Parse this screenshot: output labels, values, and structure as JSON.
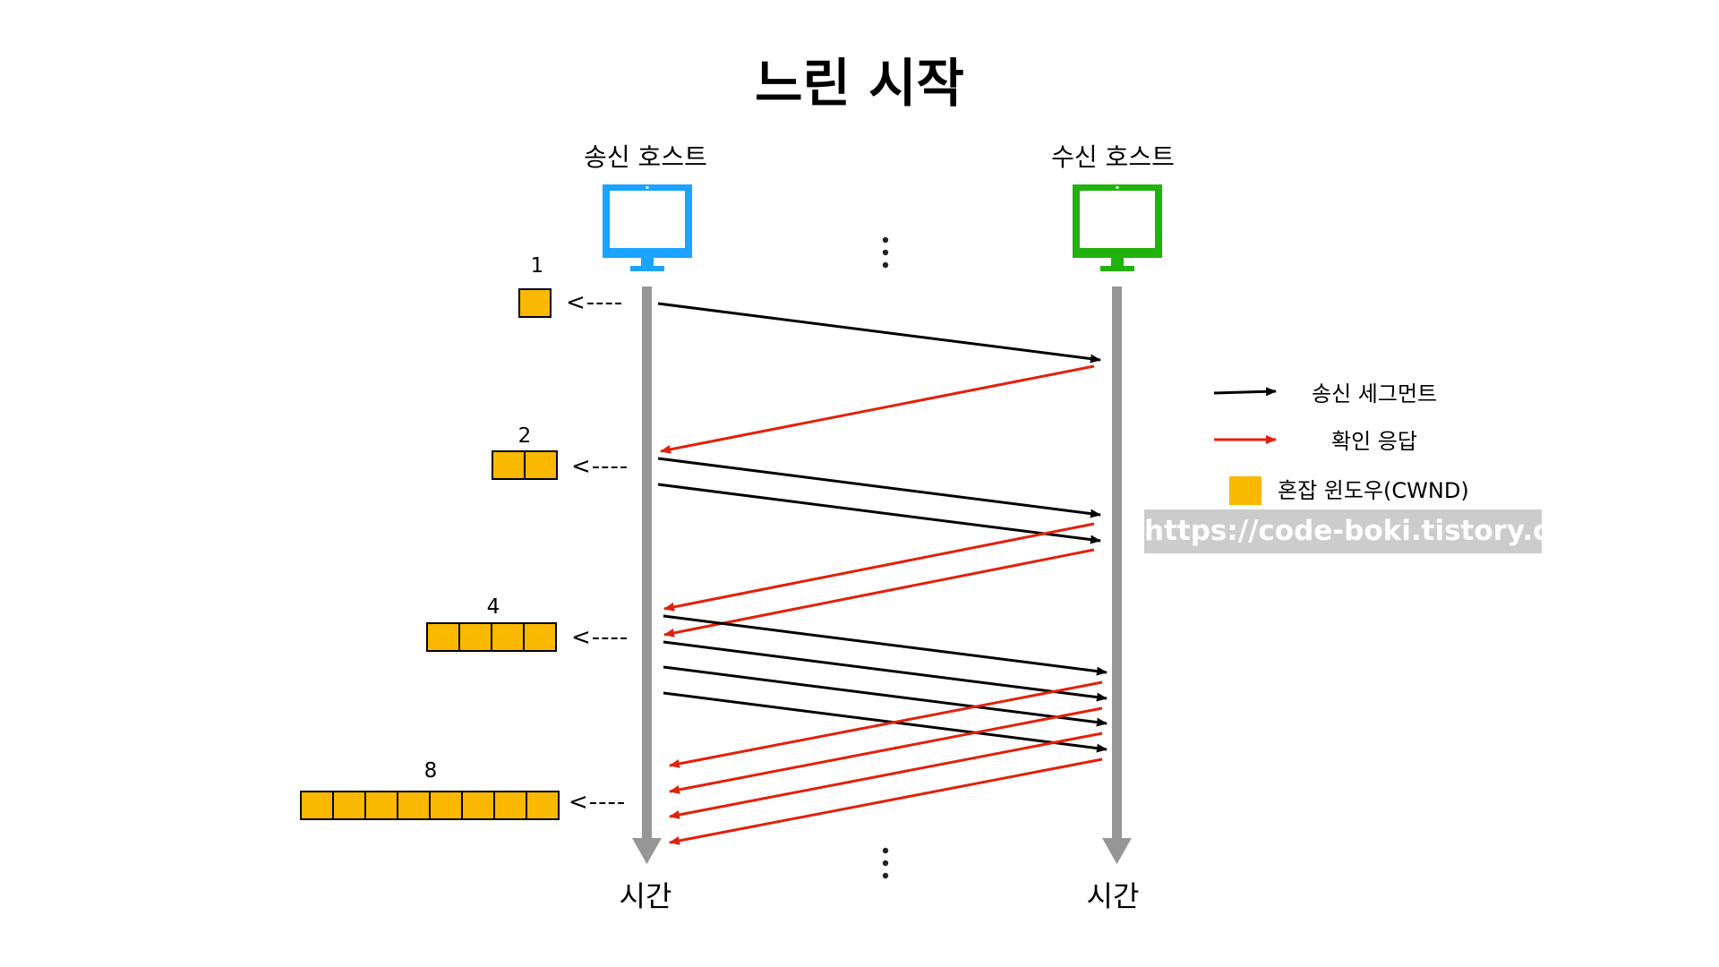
{
  "title": "느린 시작",
  "hosts": {
    "sender": {
      "label": "송신 호스트",
      "color": "#1aa3ff"
    },
    "receiver": {
      "label": "수신 호스트",
      "color": "#22b20e"
    }
  },
  "timeline": {
    "sender_label": "시간",
    "receiver_label": "시간",
    "color": "#969696"
  },
  "cwnd_rounds": [
    {
      "count": "1",
      "arrow": "<----"
    },
    {
      "count": "2",
      "arrow": "<----"
    },
    {
      "count": "4",
      "arrow": "<----"
    },
    {
      "count": "8",
      "arrow": "<----"
    }
  ],
  "legend": {
    "segment": "송신 세그먼트",
    "ack": "확인 응답",
    "cwnd": "혼잡 윈도우(CWND)"
  },
  "watermark": "https://code-boki.tistory.com",
  "colors": {
    "segment": "#000000",
    "ack": "#e3200b",
    "cwnd": "#fbb800"
  }
}
